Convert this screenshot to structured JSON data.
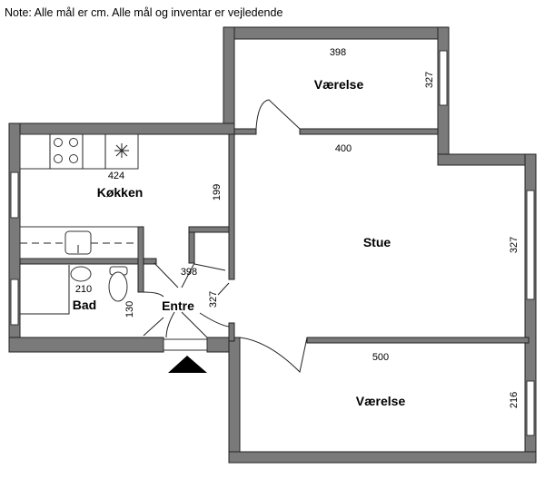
{
  "note": "Note: Alle mål er cm. Alle mål og inventar er vejledende",
  "rooms": {
    "vaerelse_top": {
      "label": "Værelse",
      "width": "398",
      "depth": "327"
    },
    "stue": {
      "label": "Stue",
      "width": "400",
      "depth": "327"
    },
    "koekken": {
      "label": "Køkken",
      "width": "424",
      "depth": "199"
    },
    "bad": {
      "label": "Bad",
      "width": "210",
      "depth": "130"
    },
    "entre": {
      "label": "Entre",
      "width": "398",
      "depth": "327"
    },
    "vaerelse_bottom": {
      "label": "Værelse",
      "width": "500",
      "depth": "216"
    }
  },
  "colors": {
    "wall": "#7a7a7a",
    "outline": "#222222"
  }
}
